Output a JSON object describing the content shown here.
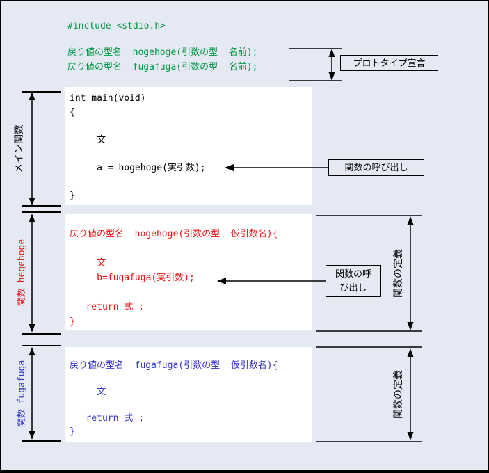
{
  "colors": {
    "background": "#e4e9f4",
    "panel": "#ffffff",
    "green": "#009640",
    "red": "#ee1111",
    "blue": "#3333cc",
    "line": "#000000"
  },
  "header": {
    "include": "#include <stdio.h>",
    "prototypes": [
      "戻り値の型名  hogehoge(引数の型  名前);",
      "戻り値の型名  fugafuga(引数の型  名前);"
    ],
    "prototype_box_label": "プロトタイプ宣言"
  },
  "main_function": {
    "side_label": "メイン関数",
    "code_lines": [
      "int main(void)",
      "{",
      "",
      "     文",
      "",
      "     a = hogehoge(実引数);",
      "",
      "}"
    ],
    "call_box_label": "関数の呼び出し"
  },
  "hogehoge_function": {
    "side_label": "関数 hegehoge",
    "code_lines": [
      "戻り値の型名  hogehoge(引数の型  仮引数名){",
      "",
      "     文",
      "     b=fugafuga(実引数);",
      "",
      "   return 式 ;",
      "}"
    ],
    "call_box_label": "関数の呼\nび出し",
    "definition_label": "関数の定義"
  },
  "fugafuga_function": {
    "side_label": "関数 fugafuga",
    "code_lines": [
      "戻り値の型名  fugafuga(引数の型  仮引数名){",
      "",
      "     文",
      "",
      "   return 式 ;",
      "}"
    ],
    "definition_label": "関数の定義"
  }
}
